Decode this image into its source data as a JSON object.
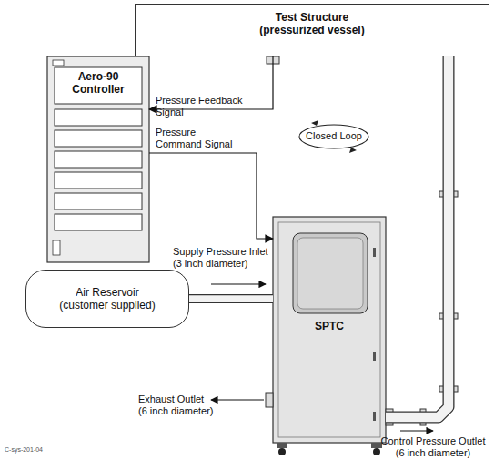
{
  "diagram": {
    "nodes": [
      {
        "text": [
          "Test Structure",
          "(pressurized vessel)"
        ]
      },
      {
        "text": [
          "Aero-90 Controller"
        ]
      },
      {
        "text": [
          "Closed Loop"
        ]
      },
      {
        "text": [
          "SPTC"
        ]
      },
      {
        "text": [
          "Air Reservoir (customer supplied)"
        ]
      }
    ],
    "edges": [
      {
        "from": 0,
        "to": 1,
        "arrow": "to",
        "label": "Pressure Feedback Signal"
      },
      {
        "from": 1,
        "to": 3,
        "arrow": "to",
        "label": "Pressure Command Signal"
      },
      {
        "from": 4,
        "to": 3,
        "arrow": "none",
        "label": "Supply Pressure Inlet (3 inch diameter)"
      },
      {
        "from": 3,
        "to": 0,
        "arrow": "none",
        "label": "Control Pressure Outlet (6 inch diameter)"
      }
    ],
    "labels": [
      "Exhaust Outlet (6 inch diameter)",
      "C-sys-201-04"
    ]
  }
}
